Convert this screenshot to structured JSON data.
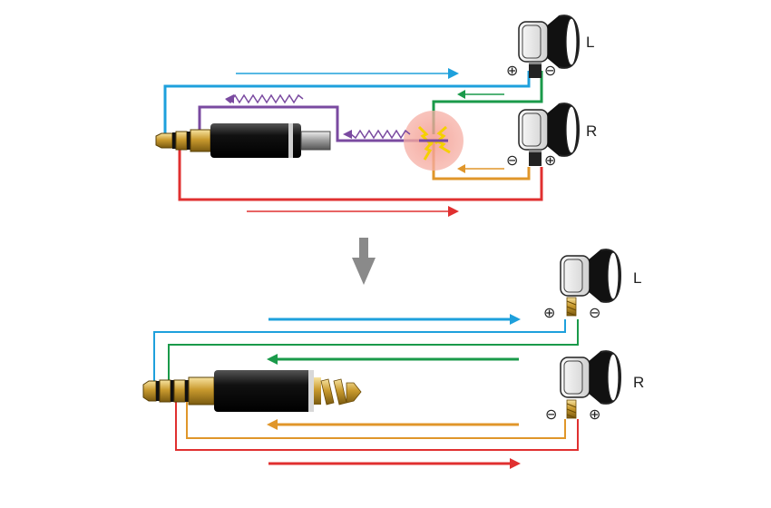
{
  "top": {
    "earphone_left_label": "L",
    "earphone_right_label": "R",
    "left_plus": "⊕",
    "left_minus": "⊖",
    "right_minus": "⊖",
    "right_plus": "⊕"
  },
  "bottom": {
    "earphone_left_label": "L",
    "earphone_right_label": "R",
    "left_plus": "⊕",
    "left_minus": "⊖",
    "right_minus": "⊖",
    "right_plus": "⊕"
  },
  "colors": {
    "left_signal": "#1ea0dc",
    "left_ground": "#1a9a4a",
    "right_signal": "#e03030",
    "right_ground": "#e0962a",
    "shared_ground": "#7a4aa0",
    "transition_arrow": "#8a8a8a",
    "interference": "#f2a096",
    "spark": "#f5d000"
  },
  "icons": {
    "plug_top": "trs-3-pole-plug-icon",
    "plug_bottom": "trrs-4-pole-plug-icon",
    "earphone": "earphone-icon",
    "crosstalk": "interference-spark-icon",
    "transition": "down-arrow-icon"
  }
}
